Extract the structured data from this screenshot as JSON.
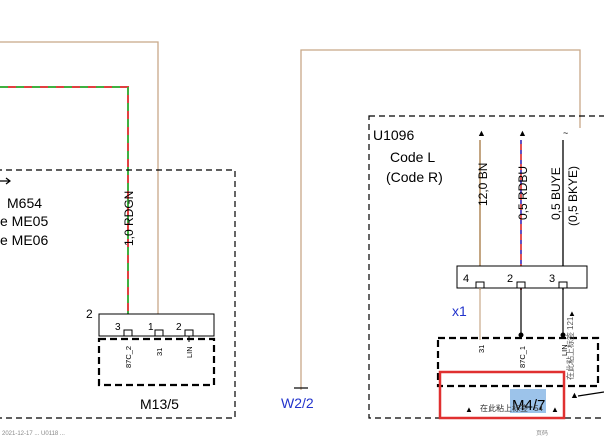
{
  "left_module": {
    "id": "M654",
    "code_lines": [
      "e ME05",
      "e ME06"
    ],
    "wire_label": "1,0 RDGN",
    "connector_number": "2",
    "pins": [
      "3",
      "1",
      "2"
    ],
    "pin_signals": [
      "87C_2",
      "31",
      "LIN"
    ],
    "connector_name": "M13/5",
    "colors": {
      "wire_red": "#e04040",
      "wire_green": "#40b040",
      "wire_tan": "#c8a888"
    }
  },
  "w22_label": "W2/2",
  "right_module": {
    "id": "U1096",
    "code_lines": [
      "Code L",
      "(Code R)"
    ],
    "wires": [
      {
        "label": "12,0 BN",
        "color": "#b08858"
      },
      {
        "label": "0,5 RDBU",
        "color": "#5050d0"
      },
      {
        "label": "0,5 BUYE",
        "color": "#000000"
      },
      {
        "label": "(0,5 BKYE)",
        "color": "#000000"
      }
    ],
    "connector_pins": [
      "4",
      "2",
      "3"
    ],
    "connector_label": "x1",
    "pin_signals": [
      "31",
      "87C_1",
      "LIN"
    ],
    "highlight_label": "M4/7",
    "highlight_sub": "在此粘上标签",
    "highlight_num": "54",
    "highlight_color": "#e03030",
    "side_text": "在此粘上标签",
    "side_number": "121"
  },
  "footer": {
    "left": "2021-12-17 ... U0118 ...",
    "right": "页码"
  }
}
